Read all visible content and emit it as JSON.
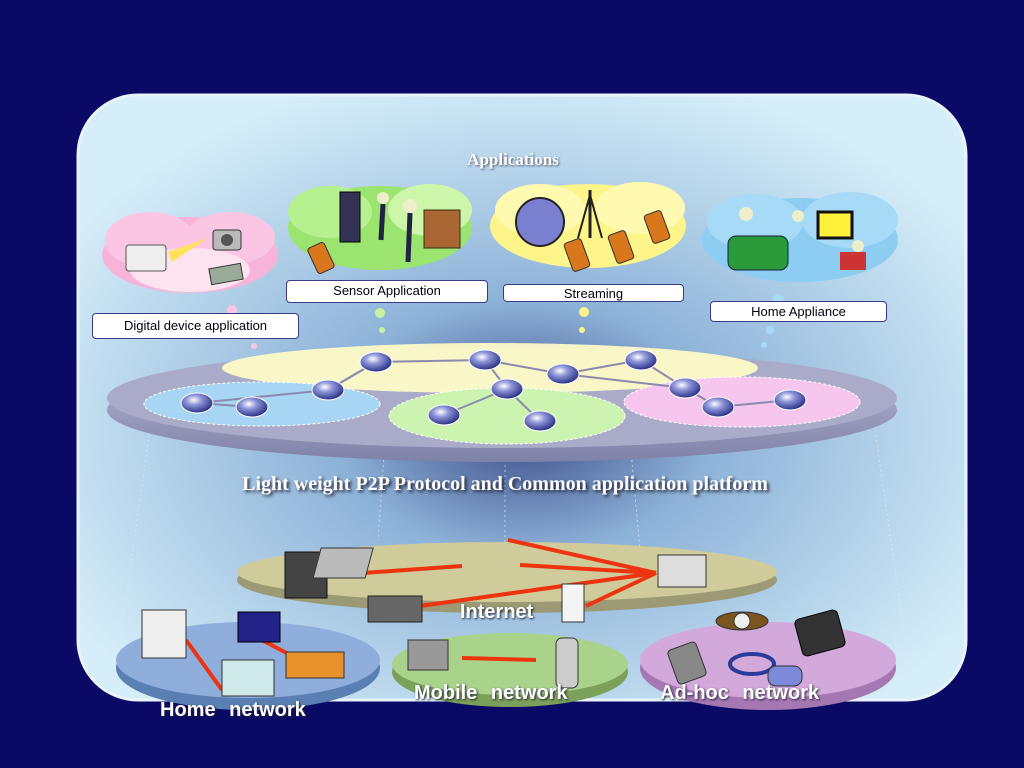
{
  "diagram": {
    "applications_title": "Applications",
    "app_labels": {
      "digital_device": "Digital device application",
      "sensor": "Sensor Application",
      "streaming": "Streaming",
      "home_appliance": "Home Appliance"
    },
    "platform_title": "Light weight P2P Protocol and Common application platform",
    "networks": {
      "internet": "Internet",
      "home": "Home   network",
      "mobile": "Mobile   network",
      "adhoc": "Ad-hoc   network"
    }
  },
  "colors": {
    "background": "#0a0a66",
    "panel": "#cfeaf7",
    "platform_disc": "#a7a9c6",
    "link_lines": "#ee3311",
    "node": "#2c3399"
  }
}
